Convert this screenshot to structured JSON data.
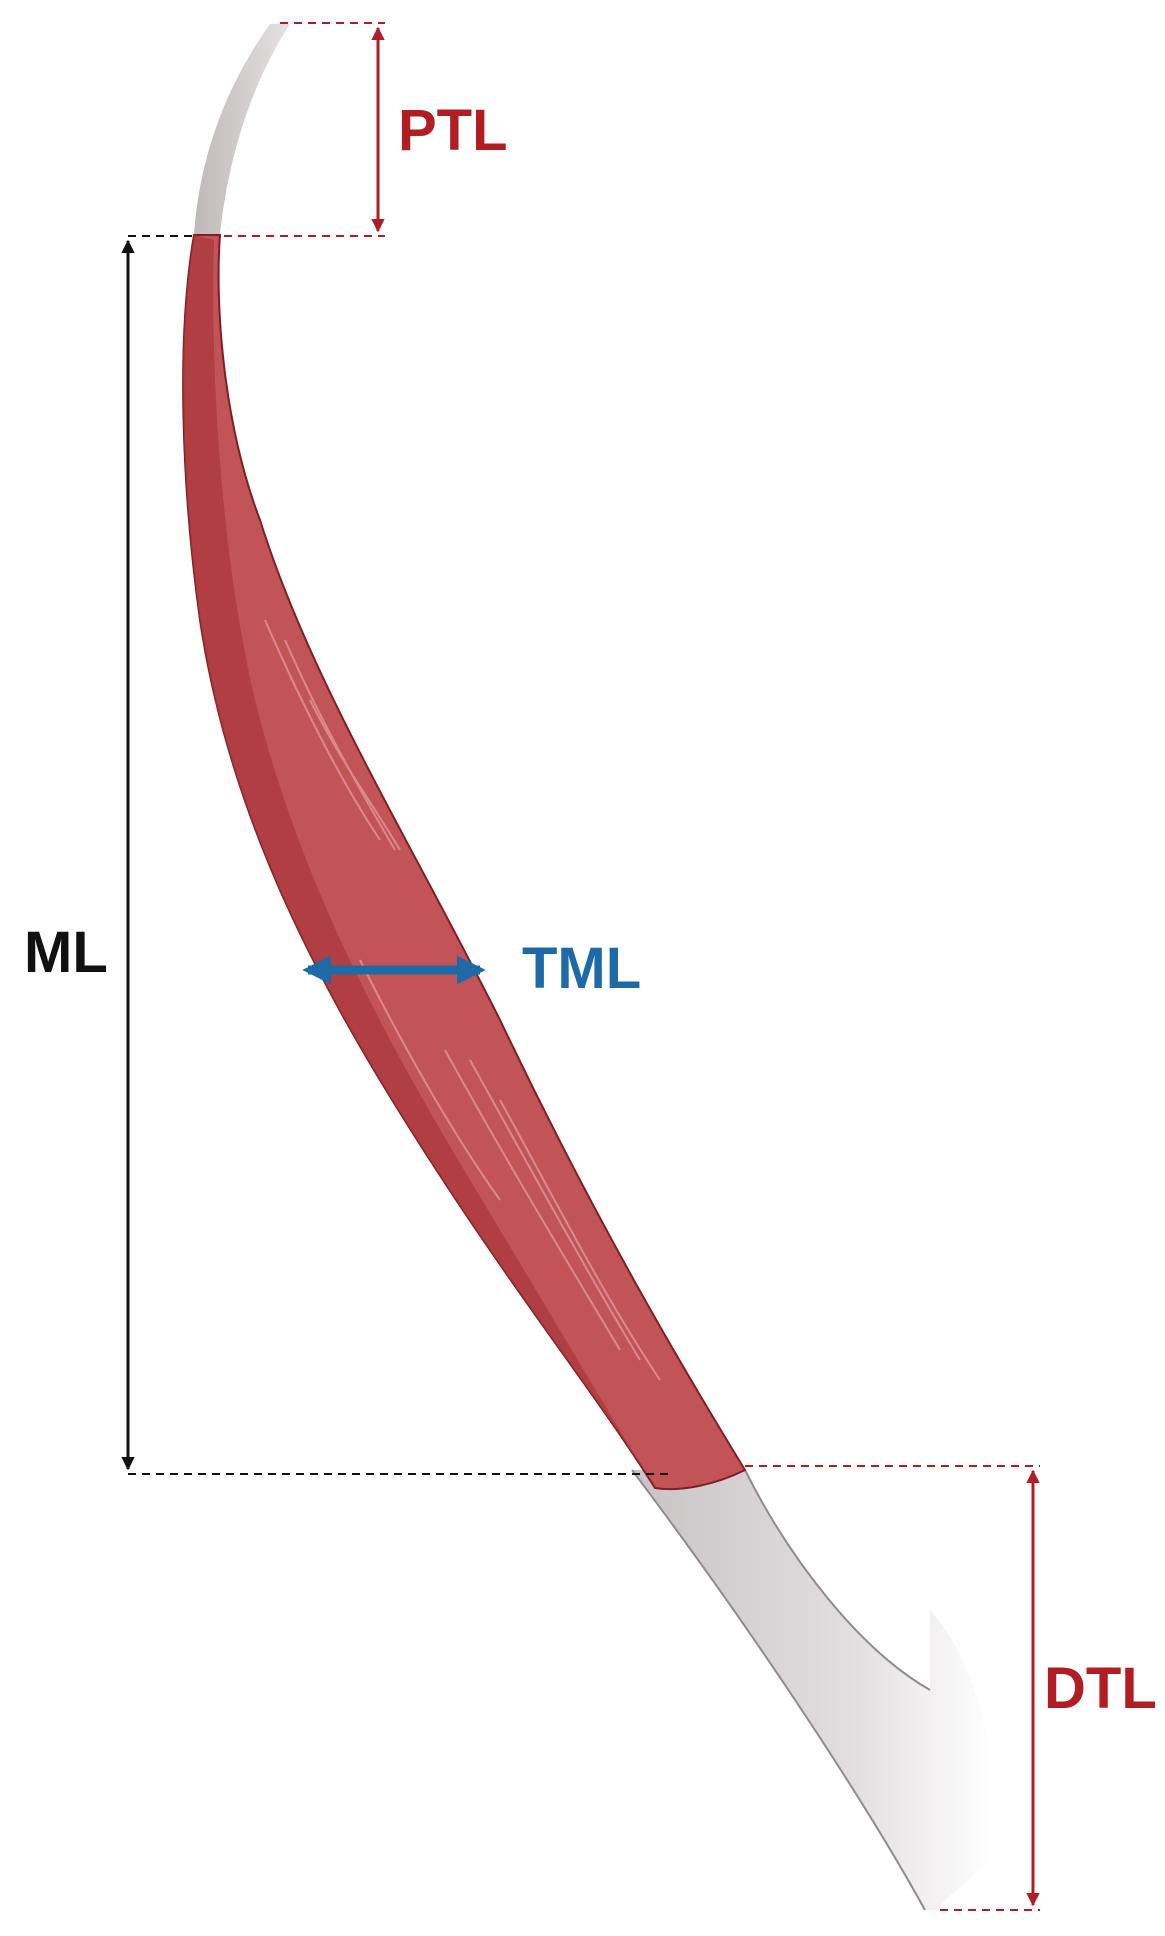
{
  "labels": {
    "proximal_tendon": "PTL",
    "muscle_length": "ML",
    "muscle_thickness": "TML",
    "distal_tendon": "DTL"
  },
  "colors": {
    "tendon_red": "#b01d22",
    "muscle_black": "#111111",
    "thickness_blue": "#1e6aa6",
    "muscle_fill": "#c25458",
    "muscle_dark": "#a9373c",
    "tendon_fill": "#d8d3d4"
  }
}
